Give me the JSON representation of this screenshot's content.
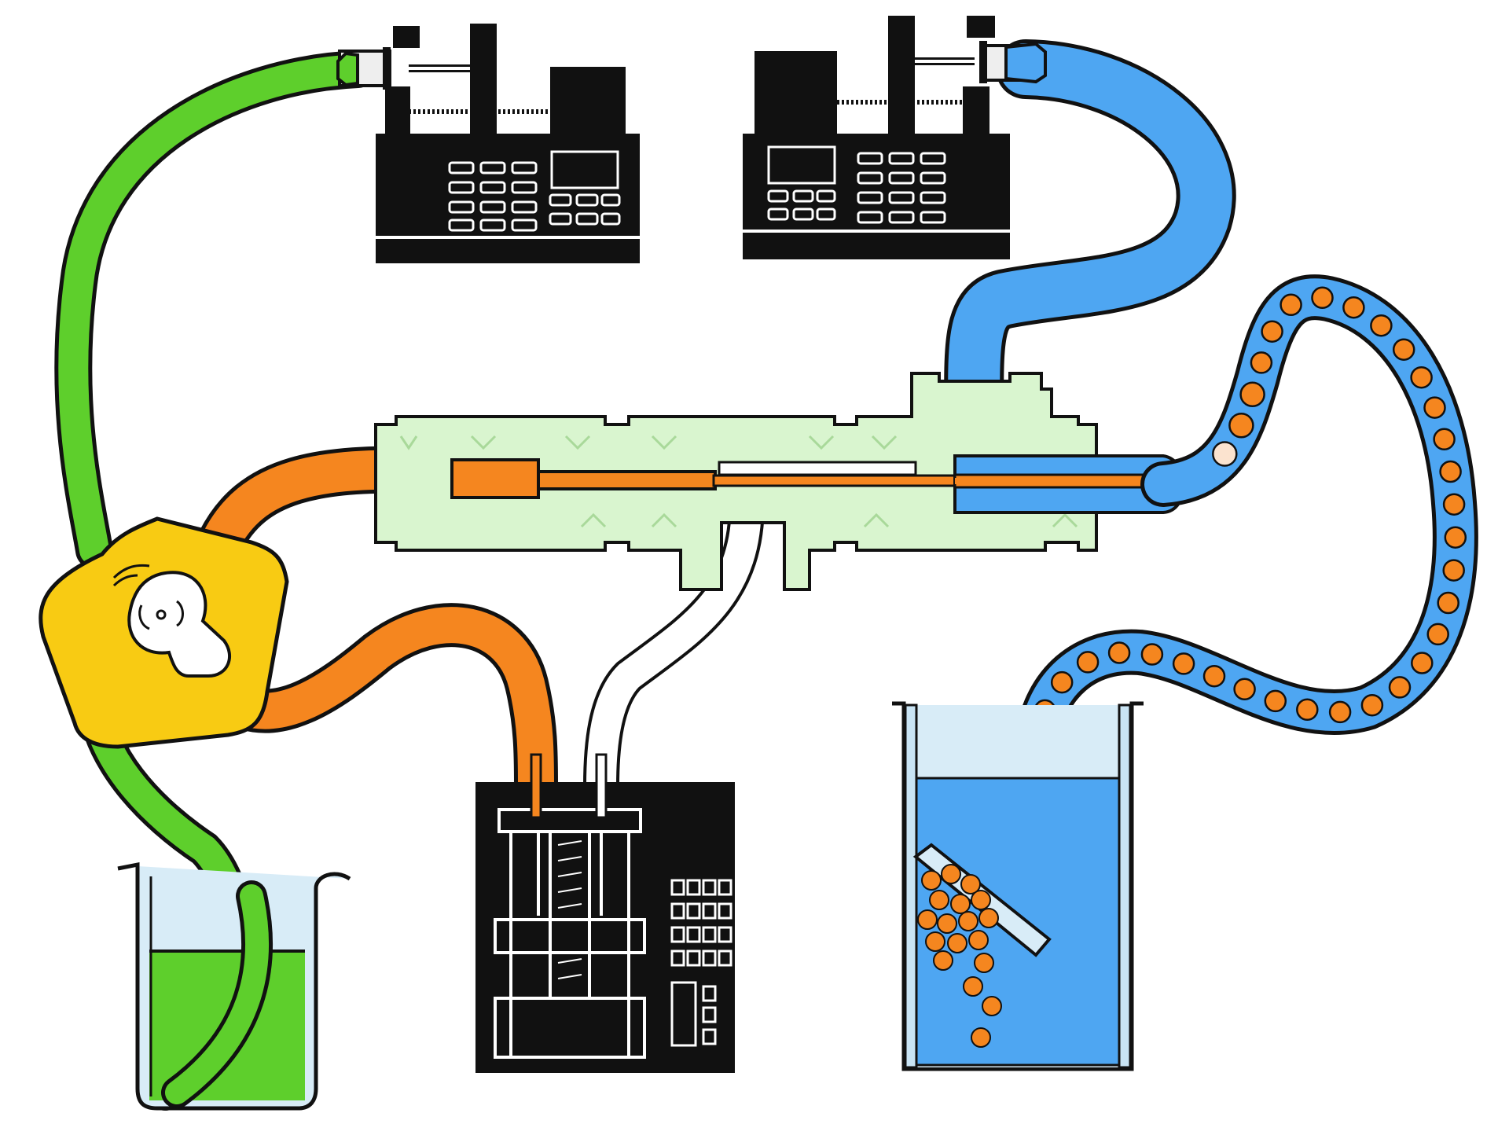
{
  "title": "",
  "components": [
    {
      "id": "syringe-pump-left",
      "kind": "syringe pump",
      "fluid": "green"
    },
    {
      "id": "syringe-pump-right",
      "kind": "syringe pump",
      "fluid": "blue"
    },
    {
      "id": "rotary-valve",
      "kind": "switching valve"
    },
    {
      "id": "microfluidic-chip",
      "kind": "co-flow capillary device"
    },
    {
      "id": "linear-actuator",
      "kind": "motorized actuator"
    },
    {
      "id": "beaker-left",
      "kind": "beaker",
      "fluid": "green"
    },
    {
      "id": "collection-beaker",
      "kind": "beaker with droplets",
      "fluid": "blue"
    }
  ],
  "colors": {
    "outline": "#111111",
    "green_fluid": "#5ecf2c",
    "blue_fluid": "#4ea6f2",
    "orange_fluid": "#f5861f",
    "chip": "#d9f5cf",
    "chip_line": "#a9d99a",
    "valve": "#f8cb13",
    "device_body": "#111111",
    "glass": "#d8ecf7"
  },
  "icons": [
    "syringe-icon",
    "keypad-icon",
    "rotary-valve-icon",
    "droplet-icon",
    "beaker-icon"
  ]
}
